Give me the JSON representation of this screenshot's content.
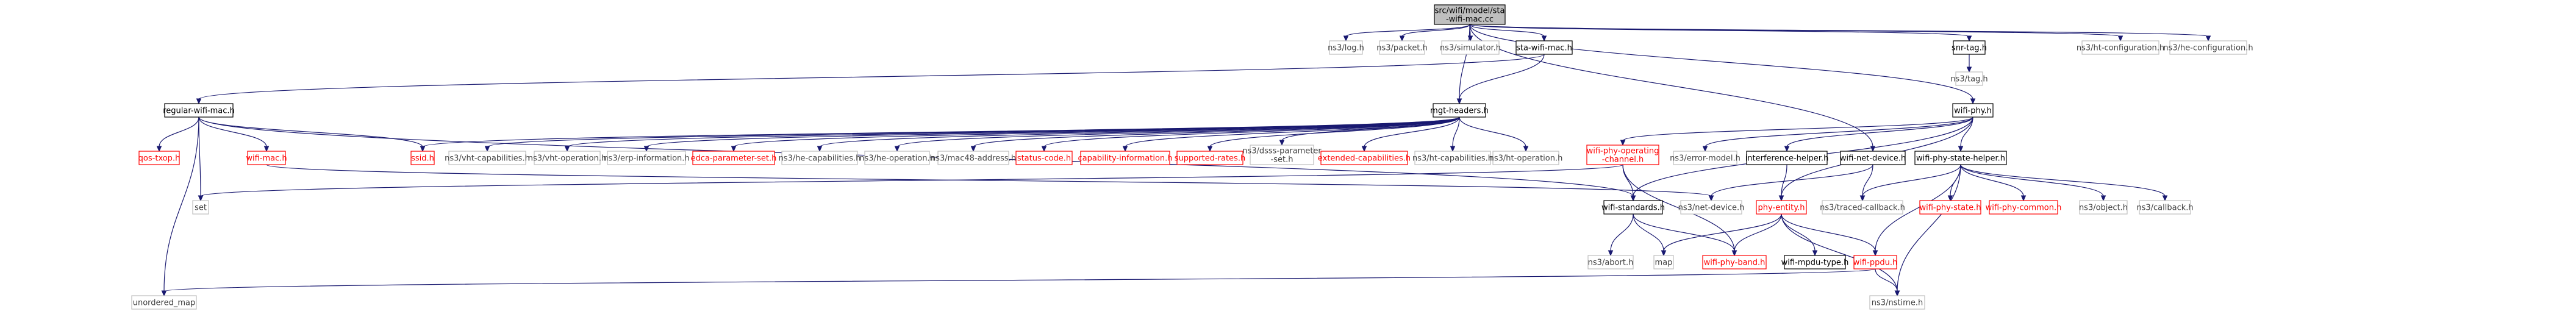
{
  "graph_title": "",
  "colors": {
    "edge": "#191970",
    "root_fill": "#bfbfbf",
    "documented_border": "#000000",
    "truncated_border": "#ff0000",
    "external_border": "#bfbfbf",
    "external_text": "#404040"
  },
  "nodes": [
    {
      "id": "root",
      "kind": "root",
      "lines": [
        "src/wifi/model/sta",
        "-wifi-mac.cc"
      ]
    },
    {
      "id": "log",
      "kind": "ext",
      "lines": [
        "ns3/log.h"
      ]
    },
    {
      "id": "packet",
      "kind": "ext",
      "lines": [
        "ns3/packet.h"
      ]
    },
    {
      "id": "simulator",
      "kind": "ext",
      "lines": [
        "ns3/simulator.h"
      ]
    },
    {
      "id": "stawifimac",
      "kind": "doc",
      "lines": [
        "sta-wifi-mac.h"
      ]
    },
    {
      "id": "wifiphy",
      "kind": "doc",
      "lines": [
        "wifi-phy.h"
      ]
    },
    {
      "id": "snrtag",
      "kind": "doc",
      "lines": [
        "snr-tag.h"
      ]
    },
    {
      "id": "htconf",
      "kind": "ext",
      "lines": [
        "ns3/ht-configuration.h"
      ]
    },
    {
      "id": "heconf",
      "kind": "ext",
      "lines": [
        "ns3/he-configuration.h"
      ]
    },
    {
      "id": "tag",
      "kind": "ext",
      "lines": [
        "ns3/tag.h"
      ]
    },
    {
      "id": "regular",
      "kind": "doc",
      "lines": [
        "regular-wifi-mac.h"
      ]
    },
    {
      "id": "mgt",
      "kind": "doc",
      "lines": [
        "mgt-headers.h"
      ]
    },
    {
      "id": "qostxop",
      "kind": "trunc",
      "lines": [
        "qos-txop.h"
      ]
    },
    {
      "id": "wifimac",
      "kind": "trunc",
      "lines": [
        "wifi-mac.h"
      ]
    },
    {
      "id": "ssid",
      "kind": "trunc",
      "lines": [
        "ssid.h"
      ]
    },
    {
      "id": "vhtcap",
      "kind": "ext",
      "lines": [
        "ns3/vht-capabilities.h"
      ]
    },
    {
      "id": "vhtop",
      "kind": "ext",
      "lines": [
        "ns3/vht-operation.h"
      ]
    },
    {
      "id": "erp",
      "kind": "ext",
      "lines": [
        "ns3/erp-information.h"
      ]
    },
    {
      "id": "edca",
      "kind": "trunc",
      "lines": [
        "edca-parameter-set.h"
      ]
    },
    {
      "id": "hecap",
      "kind": "ext",
      "lines": [
        "ns3/he-capabilities.h"
      ]
    },
    {
      "id": "heop",
      "kind": "ext",
      "lines": [
        "ns3/he-operation.h"
      ]
    },
    {
      "id": "mac48",
      "kind": "ext",
      "lines": [
        "ns3/mac48-address.h"
      ]
    },
    {
      "id": "status",
      "kind": "trunc",
      "lines": [
        "status-code.h"
      ]
    },
    {
      "id": "capinfo",
      "kind": "trunc",
      "lines": [
        "capability-information.h"
      ]
    },
    {
      "id": "suprates",
      "kind": "trunc",
      "lines": [
        "supported-rates.h"
      ]
    },
    {
      "id": "dsss",
      "kind": "ext",
      "lines": [
        "ns3/dsss-parameter",
        "-set.h"
      ]
    },
    {
      "id": "extcap",
      "kind": "trunc",
      "lines": [
        "extended-capabilities.h"
      ]
    },
    {
      "id": "htcap",
      "kind": "ext",
      "lines": [
        "ns3/ht-capabilities.h"
      ]
    },
    {
      "id": "htop",
      "kind": "ext",
      "lines": [
        "ns3/ht-operation.h"
      ]
    },
    {
      "id": "opchan",
      "kind": "trunc",
      "lines": [
        "wifi-phy-operating",
        "-channel.h"
      ]
    },
    {
      "id": "errmodel",
      "kind": "ext",
      "lines": [
        "ns3/error-model.h"
      ]
    },
    {
      "id": "interf",
      "kind": "doc",
      "lines": [
        "interference-helper.h"
      ]
    },
    {
      "id": "wifinetdev",
      "kind": "doc",
      "lines": [
        "wifi-net-device.h"
      ]
    },
    {
      "id": "phystate",
      "kind": "doc",
      "lines": [
        "wifi-phy-state-helper.h"
      ]
    },
    {
      "id": "set",
      "kind": "ext",
      "lines": [
        "set"
      ]
    },
    {
      "id": "standards",
      "kind": "doc",
      "lines": [
        "wifi-standards.h"
      ]
    },
    {
      "id": "netdevice",
      "kind": "ext",
      "lines": [
        "ns3/net-device.h"
      ]
    },
    {
      "id": "phyentity",
      "kind": "trunc",
      "lines": [
        "phy-entity.h"
      ]
    },
    {
      "id": "traced",
      "kind": "ext",
      "lines": [
        "ns3/traced-callback.h"
      ]
    },
    {
      "id": "wps",
      "kind": "trunc",
      "lines": [
        "wifi-phy-state.h"
      ]
    },
    {
      "id": "wpc",
      "kind": "trunc",
      "lines": [
        "wifi-phy-common.h"
      ]
    },
    {
      "id": "object",
      "kind": "ext",
      "lines": [
        "ns3/object.h"
      ]
    },
    {
      "id": "callback",
      "kind": "ext",
      "lines": [
        "ns3/callback.h"
      ]
    },
    {
      "id": "abort",
      "kind": "ext",
      "lines": [
        "ns3/abort.h"
      ]
    },
    {
      "id": "map",
      "kind": "ext",
      "lines": [
        "map"
      ]
    },
    {
      "id": "band",
      "kind": "trunc",
      "lines": [
        "wifi-phy-band.h"
      ]
    },
    {
      "id": "mpdutype",
      "kind": "doc",
      "lines": [
        "wifi-mpdu-type.h"
      ]
    },
    {
      "id": "ppdu",
      "kind": "trunc",
      "lines": [
        "wifi-ppdu.h"
      ]
    },
    {
      "id": "umap",
      "kind": "ext",
      "lines": [
        "unordered_map"
      ]
    },
    {
      "id": "nstime",
      "kind": "ext",
      "lines": [
        "ns3/nstime.h"
      ]
    }
  ]
}
